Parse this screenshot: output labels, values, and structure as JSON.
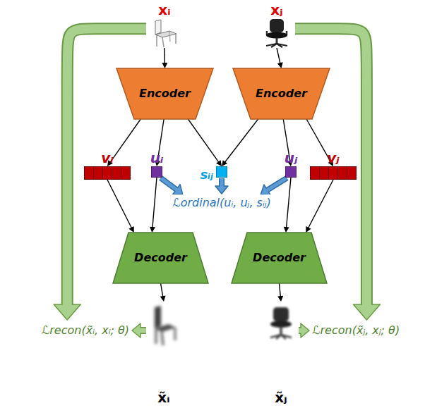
{
  "diagram": {
    "nodes": [
      {
        "text": [
          "xᵢ"
        ]
      },
      {
        "text": [
          "xⱼ"
        ]
      },
      {
        "text": [
          "Encoder"
        ]
      },
      {
        "text": [
          "Encoder"
        ]
      },
      {
        "text": [
          "vᵢ"
        ]
      },
      {
        "text": [
          "uᵢ"
        ]
      },
      {
        "text": [
          "sᵢⱼ"
        ]
      },
      {
        "text": [
          "uⱼ"
        ]
      },
      {
        "text": [
          "vⱼ"
        ]
      },
      {
        "text": [
          "ℒordinal(uᵢ, uⱼ, sᵢⱼ)"
        ]
      },
      {
        "text": [
          "Decoder"
        ]
      },
      {
        "text": [
          "Decoder"
        ]
      },
      {
        "text": [
          "x̃ᵢ"
        ]
      },
      {
        "text": [
          "x̃ⱼ"
        ]
      },
      {
        "text": [
          "ℒrecon(x̃ᵢ, xᵢ; θ)"
        ]
      },
      {
        "text": [
          "ℒrecon(x̃ⱼ, xⱼ; θ)"
        ]
      }
    ],
    "edges": [
      {
        "from": 0,
        "to": 2,
        "arrow": "to"
      },
      {
        "from": 1,
        "to": 3,
        "arrow": "to"
      },
      {
        "from": 2,
        "to": 4,
        "arrow": "to"
      },
      {
        "from": 2,
        "to": 5,
        "arrow": "to"
      },
      {
        "from": 2,
        "to": 6,
        "arrow": "to"
      },
      {
        "from": 3,
        "to": 6,
        "arrow": "to"
      },
      {
        "from": 3,
        "to": 7,
        "arrow": "to"
      },
      {
        "from": 3,
        "to": 8,
        "arrow": "to"
      },
      {
        "from": 5,
        "to": 9,
        "arrow": "to"
      },
      {
        "from": 6,
        "to": 9,
        "arrow": "to"
      },
      {
        "from": 7,
        "to": 9,
        "arrow": "to"
      },
      {
        "from": 4,
        "to": 10,
        "arrow": "to"
      },
      {
        "from": 5,
        "to": 10,
        "arrow": "to"
      },
      {
        "from": 7,
        "to": 11,
        "arrow": "to"
      },
      {
        "from": 8,
        "to": 11,
        "arrow": "to"
      },
      {
        "from": 10,
        "to": 12,
        "arrow": "to"
      },
      {
        "from": 11,
        "to": 13,
        "arrow": "to"
      },
      {
        "from": 12,
        "to": 14,
        "arrow": "to"
      },
      {
        "from": 13,
        "to": 15,
        "arrow": "to"
      },
      {
        "from": 0,
        "to": 14,
        "arrow": "to"
      },
      {
        "from": 1,
        "to": 15,
        "arrow": "to"
      }
    ]
  }
}
